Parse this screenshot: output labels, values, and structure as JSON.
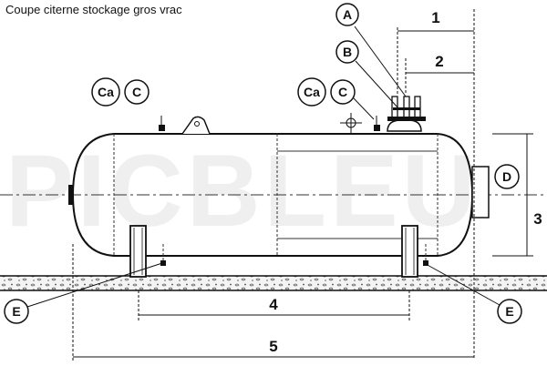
{
  "title": "Coupe citerne stockage gros vrac",
  "watermark": "PICBLEU",
  "labels": {
    "A": "A",
    "B": "B",
    "C": "C",
    "Ca": "Ca",
    "D": "D",
    "E": "E"
  },
  "dimensions": {
    "d1": "1",
    "d2": "2",
    "d3": "3",
    "d4": "4",
    "d5": "5"
  }
}
